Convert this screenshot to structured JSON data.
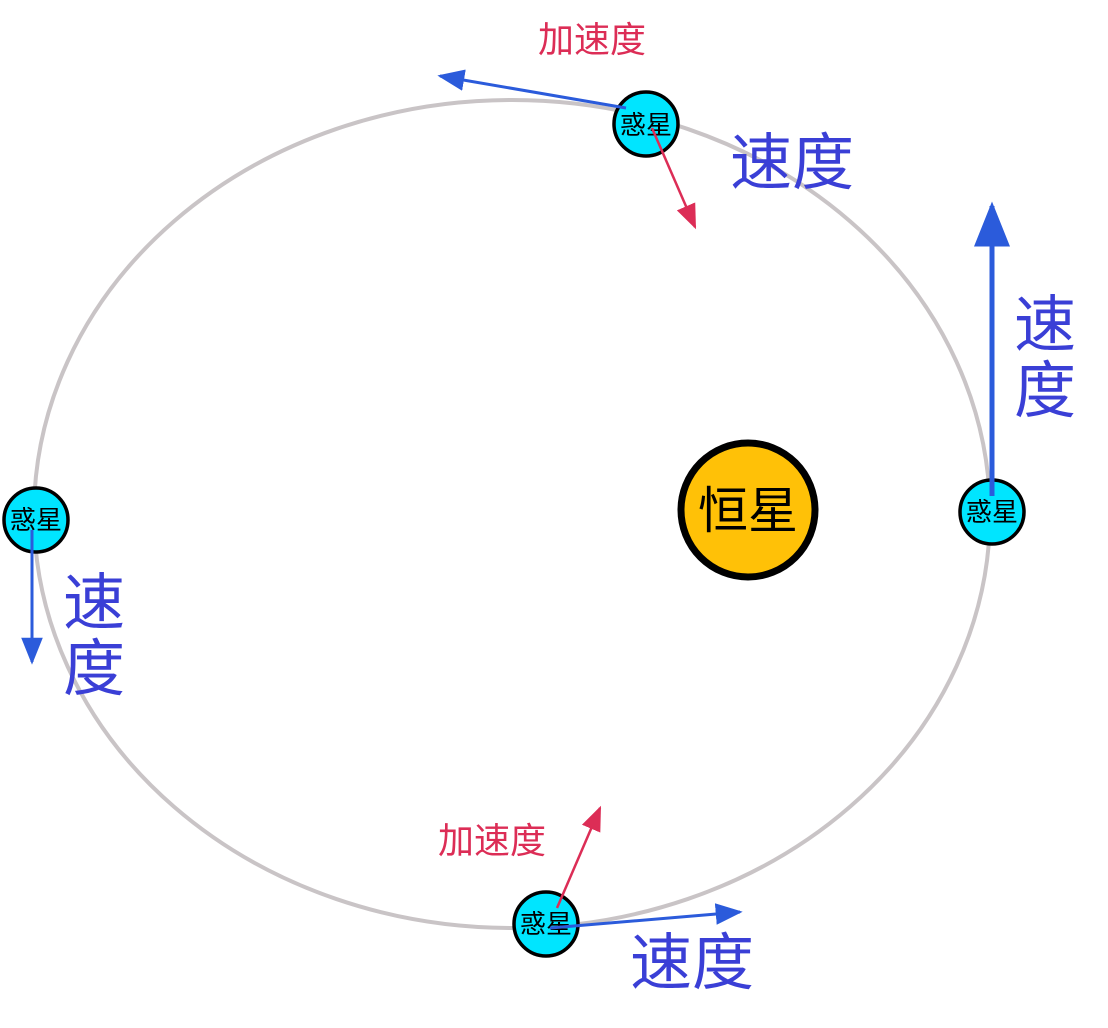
{
  "colors": {
    "orbit": "#C9C4C6",
    "star_fill": "#FFC107",
    "planet_fill": "#00E5FF",
    "velocity": "#2B5BDB",
    "velocity_label": "#3A3FD6",
    "acceleration": "#DC2D56"
  },
  "star": {
    "label": "恒星"
  },
  "planet_label": "惑星",
  "planets": [
    {
      "id": "top",
      "label": "惑星"
    },
    {
      "id": "right",
      "label": "惑星"
    },
    {
      "id": "left",
      "label": "惑星"
    },
    {
      "id": "bottom",
      "label": "惑星"
    }
  ],
  "labels": {
    "velocity": "速度",
    "velocity_v1": "速",
    "velocity_v2": "度",
    "acceleration": "加速度"
  }
}
